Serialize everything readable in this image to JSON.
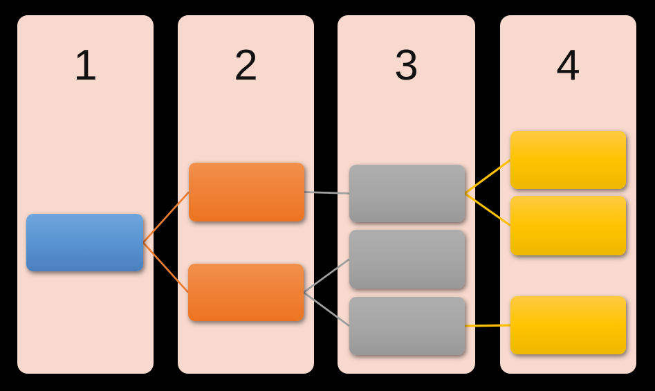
{
  "diagram": {
    "title": "four-column flow diagram",
    "background_color": "#000000",
    "panel_color": "#F8D9CD",
    "columns": [
      {
        "label": "1"
      },
      {
        "label": "2"
      },
      {
        "label": "3"
      },
      {
        "label": "4"
      }
    ],
    "nodes": [
      {
        "id": "blue-1",
        "column": "1",
        "label": "",
        "fill": "#5B96D2"
      },
      {
        "id": "orange-1",
        "column": "2",
        "label": "",
        "fill": "#EF8136"
      },
      {
        "id": "orange-2",
        "column": "2",
        "label": "",
        "fill": "#EF8136"
      },
      {
        "id": "gray-1",
        "column": "3",
        "label": "",
        "fill": "#A6A6A6"
      },
      {
        "id": "gray-2",
        "column": "3",
        "label": "",
        "fill": "#A6A6A6"
      },
      {
        "id": "gray-3",
        "column": "3",
        "label": "",
        "fill": "#A6A6A6"
      },
      {
        "id": "yellow-1",
        "column": "4",
        "label": "",
        "fill": "#FFC400"
      },
      {
        "id": "yellow-2",
        "column": "4",
        "label": "",
        "fill": "#FFC400"
      },
      {
        "id": "yellow-3",
        "column": "4",
        "label": "",
        "fill": "#FFC400"
      }
    ],
    "edges": [
      {
        "from": "blue-1",
        "to": "orange-1",
        "color": "#ED7D31",
        "width": 2.7
      },
      {
        "from": "blue-1",
        "to": "orange-2",
        "color": "#ED7D31",
        "width": 2.7
      },
      {
        "from": "orange-1",
        "to": "gray-1",
        "color": "#A0A0A0",
        "width": 2.7
      },
      {
        "from": "orange-2",
        "to": "gray-2",
        "color": "#A0A0A0",
        "width": 2.7
      },
      {
        "from": "orange-2",
        "to": "gray-3",
        "color": "#A0A0A0",
        "width": 2.7
      },
      {
        "from": "gray-1",
        "to": "yellow-1",
        "color": "#FFC000",
        "width": 3.2
      },
      {
        "from": "gray-1",
        "to": "yellow-2",
        "color": "#FFC000",
        "width": 3.2
      },
      {
        "from": "gray-3",
        "to": "yellow-3",
        "color": "#FFC000",
        "width": 3.2
      }
    ]
  }
}
